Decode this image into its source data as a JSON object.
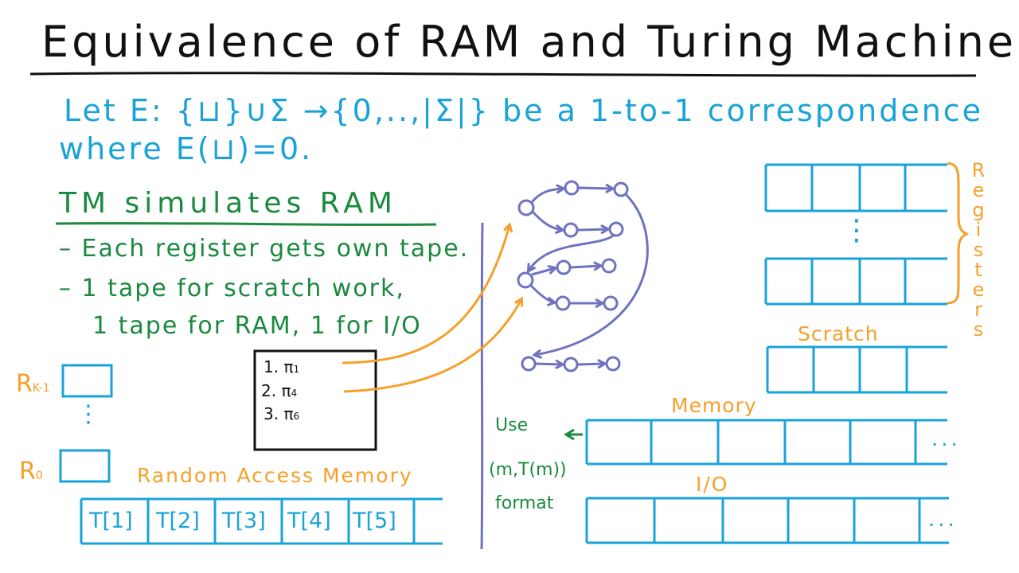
{
  "title": "Equivalence of RAM and Turing Machines",
  "intro": {
    "line1": "Let E: {⊔}∪Σ →{0,..,|Σ|} be a 1-to-1 correspondence",
    "line2": "where E(⊔)=0."
  },
  "tm_section": {
    "heading": "TM simulates RAM",
    "items": [
      "– Each register gets own tape.",
      "– 1 tape for scratch work,",
      "1 tape for RAM, 1 for I/O"
    ]
  },
  "ram": {
    "register_top": "R",
    "register_top_sub": "K-1",
    "register_bottom": "R",
    "register_bottom_sub": "0",
    "dots": "⋮",
    "memory_label": "Random Access Memory",
    "cells": [
      "T[1]",
      "T[2]",
      "T[3]",
      "T[4]",
      "T[5]"
    ]
  },
  "program": {
    "lines": [
      {
        "num": "1.",
        "instr": "π",
        "sub": "1"
      },
      {
        "num": "2.",
        "instr": "π",
        "sub": "4"
      },
      {
        "num": "3.",
        "instr": "π",
        "sub": "6"
      }
    ]
  },
  "tapes": {
    "registers_label": "Registers",
    "registers_dots": "⋮",
    "scratch_label": "Scratch",
    "memory_label": "Memory",
    "io_label": "I/O",
    "ellipsis": "...",
    "use_format": [
      "Use",
      "(m,T(m))",
      "format"
    ]
  },
  "colors": {
    "blue": "#1aa3d9",
    "green": "#1a8a3e",
    "orange": "#f5a02a",
    "purple": "#6f73bf",
    "ink": "#111111"
  }
}
